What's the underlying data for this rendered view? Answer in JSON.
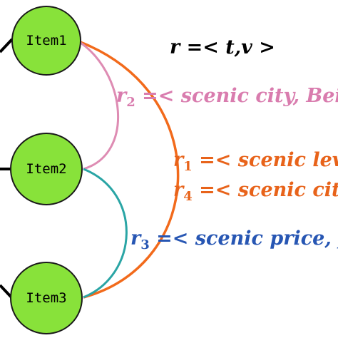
{
  "nodes": {
    "item1": {
      "label": "Item1"
    },
    "item2": {
      "label": "Item2"
    },
    "item3": {
      "label": "Item3"
    }
  },
  "tuple_def": {
    "lhs": "r",
    "rhs": " =< t,v >"
  },
  "relations": {
    "r2": {
      "r": "r",
      "sub": "2",
      "text": " =< scenic city, Beij"
    },
    "r1": {
      "r": "r",
      "sub": "1",
      "text": " =< scenic lev"
    },
    "r4": {
      "r": "r",
      "sub": "4",
      "text": " =< scenic cit"
    },
    "r3": {
      "r": "r",
      "sub": "3",
      "text": " =< scenic price, f"
    }
  },
  "colors": {
    "node_fill": "#88e23a",
    "node_stroke": "#1a1a1a",
    "edge_r1": "#f26a1b",
    "edge_r2": "#de8cb3",
    "edge_r3": "#2aa5a5",
    "text_r2": "#d97cae",
    "text_r1": "#e8631a",
    "text_r3": "#2756b3",
    "text_def": "#000000"
  }
}
